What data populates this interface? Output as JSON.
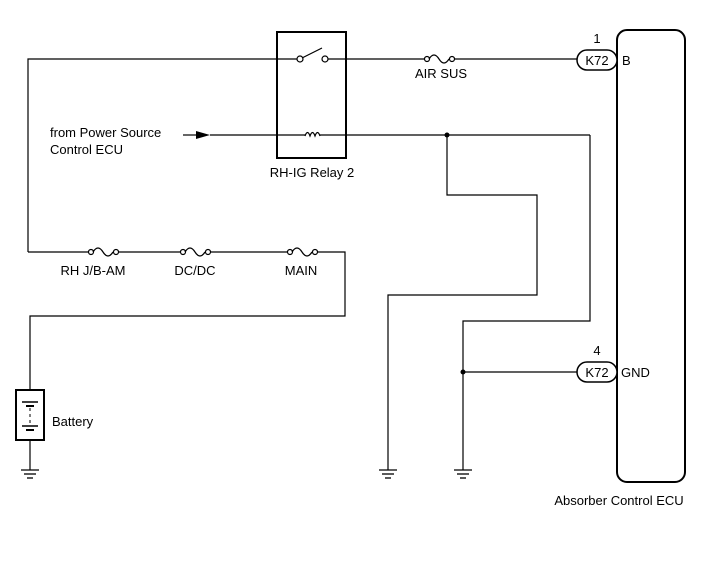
{
  "relay": {
    "label": "RH-IG Relay 2"
  },
  "fuses": {
    "air_sus": "AIR SUS",
    "rh_jb_am": "RH J/B-AM",
    "dc_dc": "DC/DC",
    "main": "MAIN"
  },
  "source": {
    "line1": "from Power Source",
    "line2": "Control ECU"
  },
  "battery": {
    "label": "Battery"
  },
  "ecu": {
    "label": "Absorber Control ECU",
    "pins": [
      {
        "number": "1",
        "connector": "K72",
        "name": "B"
      },
      {
        "number": "4",
        "connector": "K72",
        "name": "GND"
      }
    ]
  }
}
